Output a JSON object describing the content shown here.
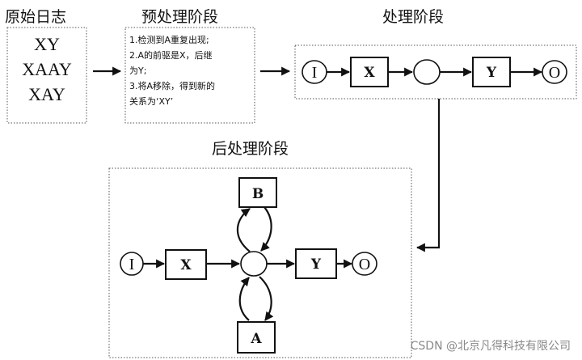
{
  "headings": {
    "original_logs": "原始日志",
    "preprocessing": "预处理阶段",
    "processing": "处理阶段",
    "postprocessing": "后处理阶段"
  },
  "sequences": [
    "XY",
    "XAAY",
    "XAY"
  ],
  "preprocess_notes": [
    "1.检测到A重复出现;",
    "2.A的前驱是X，后继",
    "为Y;",
    "3.将A移除，得到新的",
    "关系为‘XY’"
  ],
  "processing_nodes": {
    "input": "I",
    "x": "X",
    "y": "Y",
    "output": "O"
  },
  "post_nodes": {
    "input": "I",
    "x": "X",
    "b": "B",
    "a": "A",
    "y": "Y",
    "output": "O"
  },
  "watermark": "CSDN @北京凡得科技有限公司"
}
